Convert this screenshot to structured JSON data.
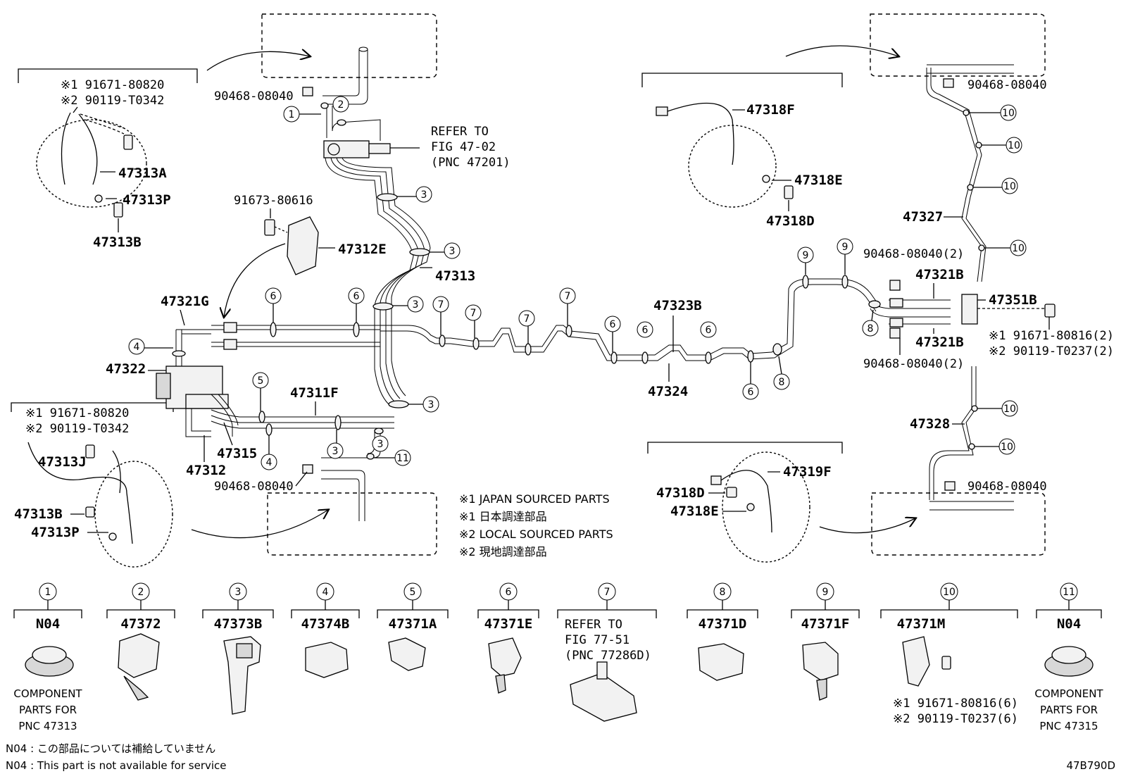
{
  "parts": {
    "p47313A": "47313A",
    "p47313P": "47313P",
    "p47313B": "47313B",
    "p47312E": "47312E",
    "p47313": "47313",
    "p47321G": "47321G",
    "p47322": "47322",
    "p47311F": "47311F",
    "p47315": "47315",
    "p47312": "47312",
    "p47313J": "47313J",
    "p47313B2": "47313B",
    "p47313P2": "47313P",
    "p47323B": "47323B",
    "p47324": "47324",
    "p47318F": "47318F",
    "p47318E": "47318E",
    "p47318D": "47318D",
    "p47321B1": "47321B",
    "p47321B2": "47321B",
    "p47351B": "47351B",
    "p47327": "47327",
    "p47328": "47328",
    "p47319F": "47319F",
    "p47318D2": "47318D",
    "p47318E2": "47318E",
    "p91673": "91673-80616",
    "p90468a": "90468-08040",
    "p90468b": "90468-08040",
    "p90468c": "90468-08040",
    "p90468d": "90468-08040",
    "p90468e": "90468-08040(2)",
    "p90468f": "90468-08040(2)"
  },
  "refs": {
    "top_l1": "※1 91671-80820",
    "top_l2": "※2 90119-T0342",
    "bot_l1": "※1 91671-80820",
    "bot_l2": "※2 90119-T0342",
    "right_l1": "※1 91671-80816(2)",
    "right_l2": "※2 90119-T0237(2)",
    "refer_l1": "REFER TO",
    "refer_l2": "FIG 47-02",
    "refer_l3": "(PNC 47201)"
  },
  "notes": {
    "n1": "※1 JAPAN SOURCED PARTS",
    "n2": "※1 日本調達部品",
    "n3": "※2 LOCAL SOURCED PARTS",
    "n4": "※2 現地調達部品"
  },
  "legend": [
    {
      "num": "1",
      "label": "N04",
      "desc": [
        "COMPONENT",
        "PARTS FOR",
        "PNC 47313"
      ]
    },
    {
      "num": "2",
      "label": "47372",
      "desc": []
    },
    {
      "num": "3",
      "label": "47373B",
      "desc": []
    },
    {
      "num": "4",
      "label": "47374B",
      "desc": []
    },
    {
      "num": "5",
      "label": "47371A",
      "desc": []
    },
    {
      "num": "6",
      "label": "47371E",
      "desc": []
    },
    {
      "num": "7",
      "label": "",
      "desc": [
        "REFER TO",
        "FIG 77-51",
        "(PNC 77286D)"
      ]
    },
    {
      "num": "8",
      "label": "47371D",
      "desc": []
    },
    {
      "num": "9",
      "label": "47371F",
      "desc": []
    },
    {
      "num": "10",
      "label": "47371M",
      "desc": [
        "※1 91671-80816(6)",
        "※2 90119-T0237(6)"
      ]
    },
    {
      "num": "11",
      "label": "N04",
      "desc": [
        "COMPONENT",
        "PARTS FOR",
        "PNC 47315"
      ]
    }
  ],
  "footer": {
    "jp": "N04 : この部品については補給していません",
    "en": "N04 : This part is not available for service",
    "code": "47B790D"
  }
}
